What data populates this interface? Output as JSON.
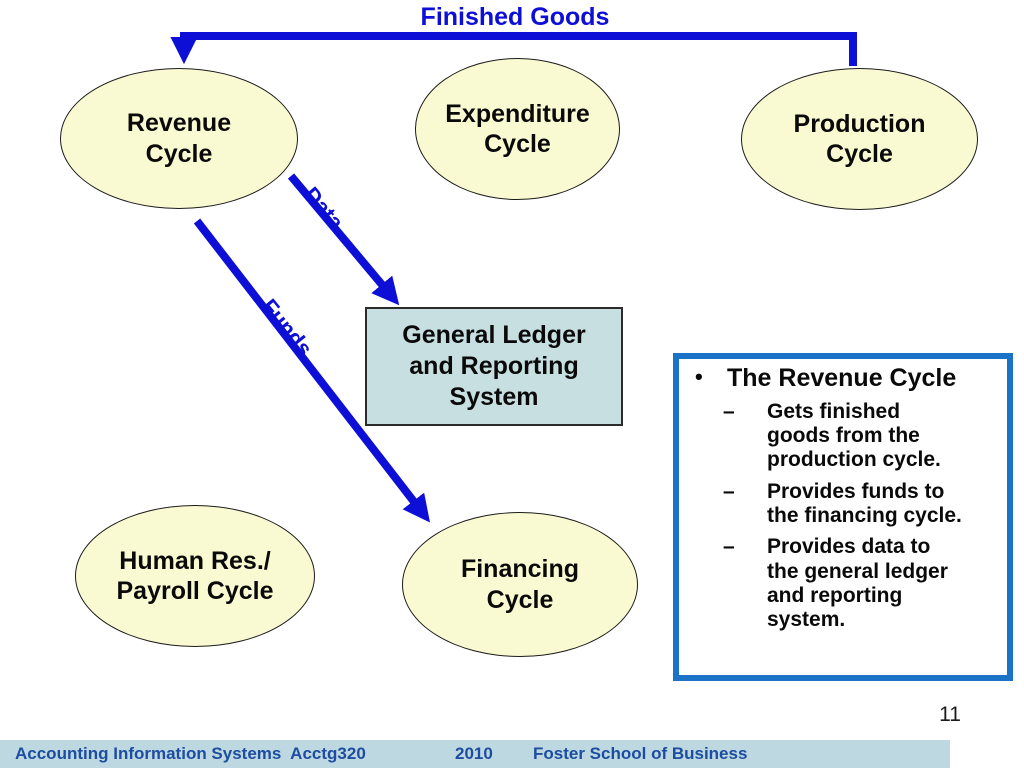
{
  "slide": {
    "page_number": "11"
  },
  "colors": {
    "arrow_blue": "#0d0ed6",
    "ellipse_fill": "#fafad2",
    "ellipse_border": "#1c1c1c",
    "gl_box_fill": "#c8dfe2",
    "gl_box_border": "#2b2b2b",
    "note_border": "#1a73c9",
    "footer_bg": "#bed8e1",
    "footer_text": "#1c4da0"
  },
  "diagram": {
    "finished_goods_label": "Finished Goods",
    "data_label": "Data",
    "funds_label": "Funds",
    "nodes": {
      "revenue": "Revenue\nCycle",
      "expenditure": "Expenditure\nCycle",
      "production": "Production\nCycle",
      "human_resources": "Human Res./\nPayroll Cycle",
      "financing": "Financing\nCycle",
      "general_ledger": "General Ledger\nand Reporting\nSystem"
    }
  },
  "note_box": {
    "bullet_char": "•",
    "dash_char": "–",
    "title": "The Revenue Cycle",
    "items": [
      "Gets finished\ngoods from the\nproduction cycle.",
      "Provides funds to\nthe financing cycle.",
      "Provides data to\nthe general ledger\nand reporting\nsystem."
    ]
  },
  "footer": {
    "course": "Accounting Information Systems  Acctg320",
    "year": "2010",
    "school": "Foster School of Business"
  }
}
